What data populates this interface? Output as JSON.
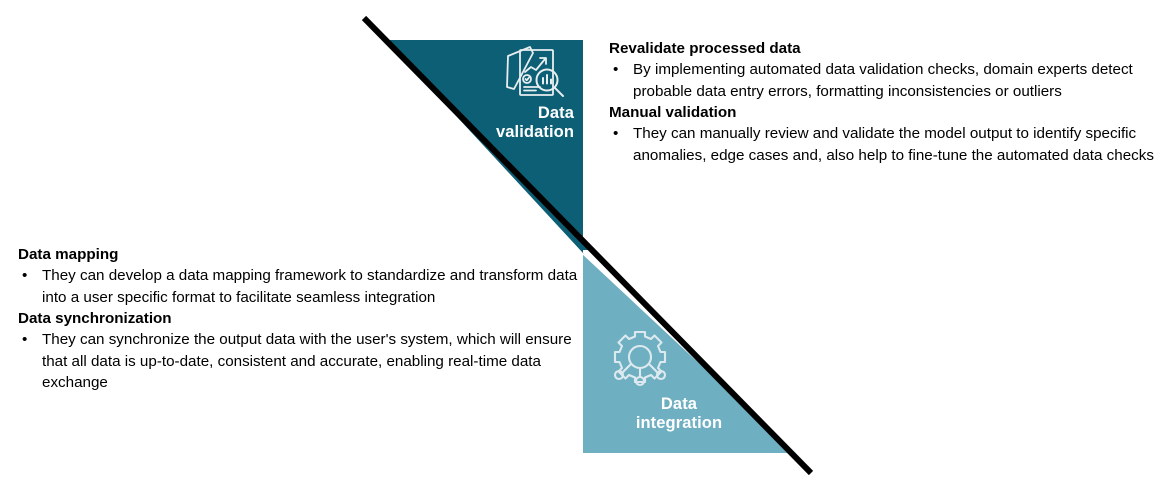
{
  "diagram": {
    "type": "two-stage-diagonal-band",
    "colors": {
      "stage_validation_fill": "#0d5f75",
      "stage_integration_fill": "#6fafc2",
      "divider_line": "#000000",
      "label_text": "#ffffff",
      "body_text": "#000000",
      "background": "#ffffff"
    },
    "stages": [
      {
        "id": "data-validation",
        "label_line1": "Data",
        "label_line2": "validation",
        "icon": "document-chart-magnifier-icon"
      },
      {
        "id": "data-integration",
        "label_line1": "Data",
        "label_line2": "integration",
        "icon": "gear-network-nodes-icon"
      }
    ]
  },
  "panels": {
    "right": {
      "blocks": [
        {
          "heading": "Revalidate processed data",
          "bullets": [
            "By implementing automated data validation checks, domain experts detect probable data entry errors, formatting inconsistencies or outliers"
          ]
        },
        {
          "heading": "Manual validation",
          "bullets": [
            "They can manually review and validate the model output to identify specific anomalies, edge cases and, also help to fine-tune the automated data checks"
          ]
        }
      ]
    },
    "left": {
      "blocks": [
        {
          "heading": "Data mapping",
          "bullets": [
            "They can develop a data mapping framework to standardize and transform data into a user specific format to facilitate seamless integration"
          ]
        },
        {
          "heading": "Data synchronization",
          "bullets": [
            "They can synchronize the output data with the user's system, which will ensure that all data is up-to-date, consistent and accurate, enabling real-time data exchange"
          ]
        }
      ]
    }
  },
  "bullet_glyph": "•"
}
